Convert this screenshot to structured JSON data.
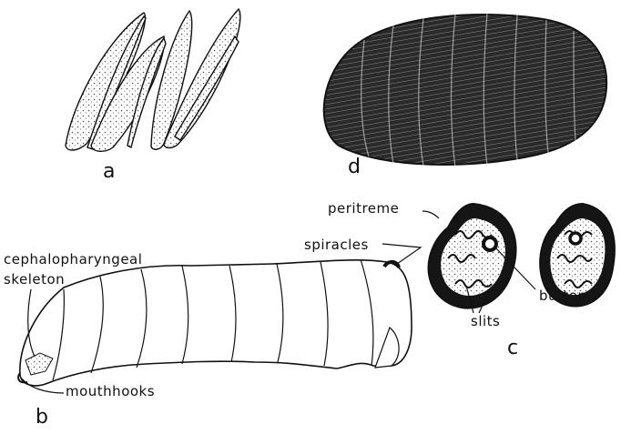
{
  "panels": {
    "a": "a",
    "b": "b",
    "c": "c",
    "d": "d"
  },
  "labels": {
    "cephalopharyngeal": "cephalopharyngeal",
    "skeleton": "skeleton",
    "mouthhooks": "mouthhooks",
    "spiracles": "spiracles",
    "peritreme": "peritreme",
    "button": "button",
    "slits": "slits"
  },
  "colors": {
    "ink": "#111111",
    "puparium_dark": "#1e1e1e",
    "stipple": "#cfcfcf"
  }
}
